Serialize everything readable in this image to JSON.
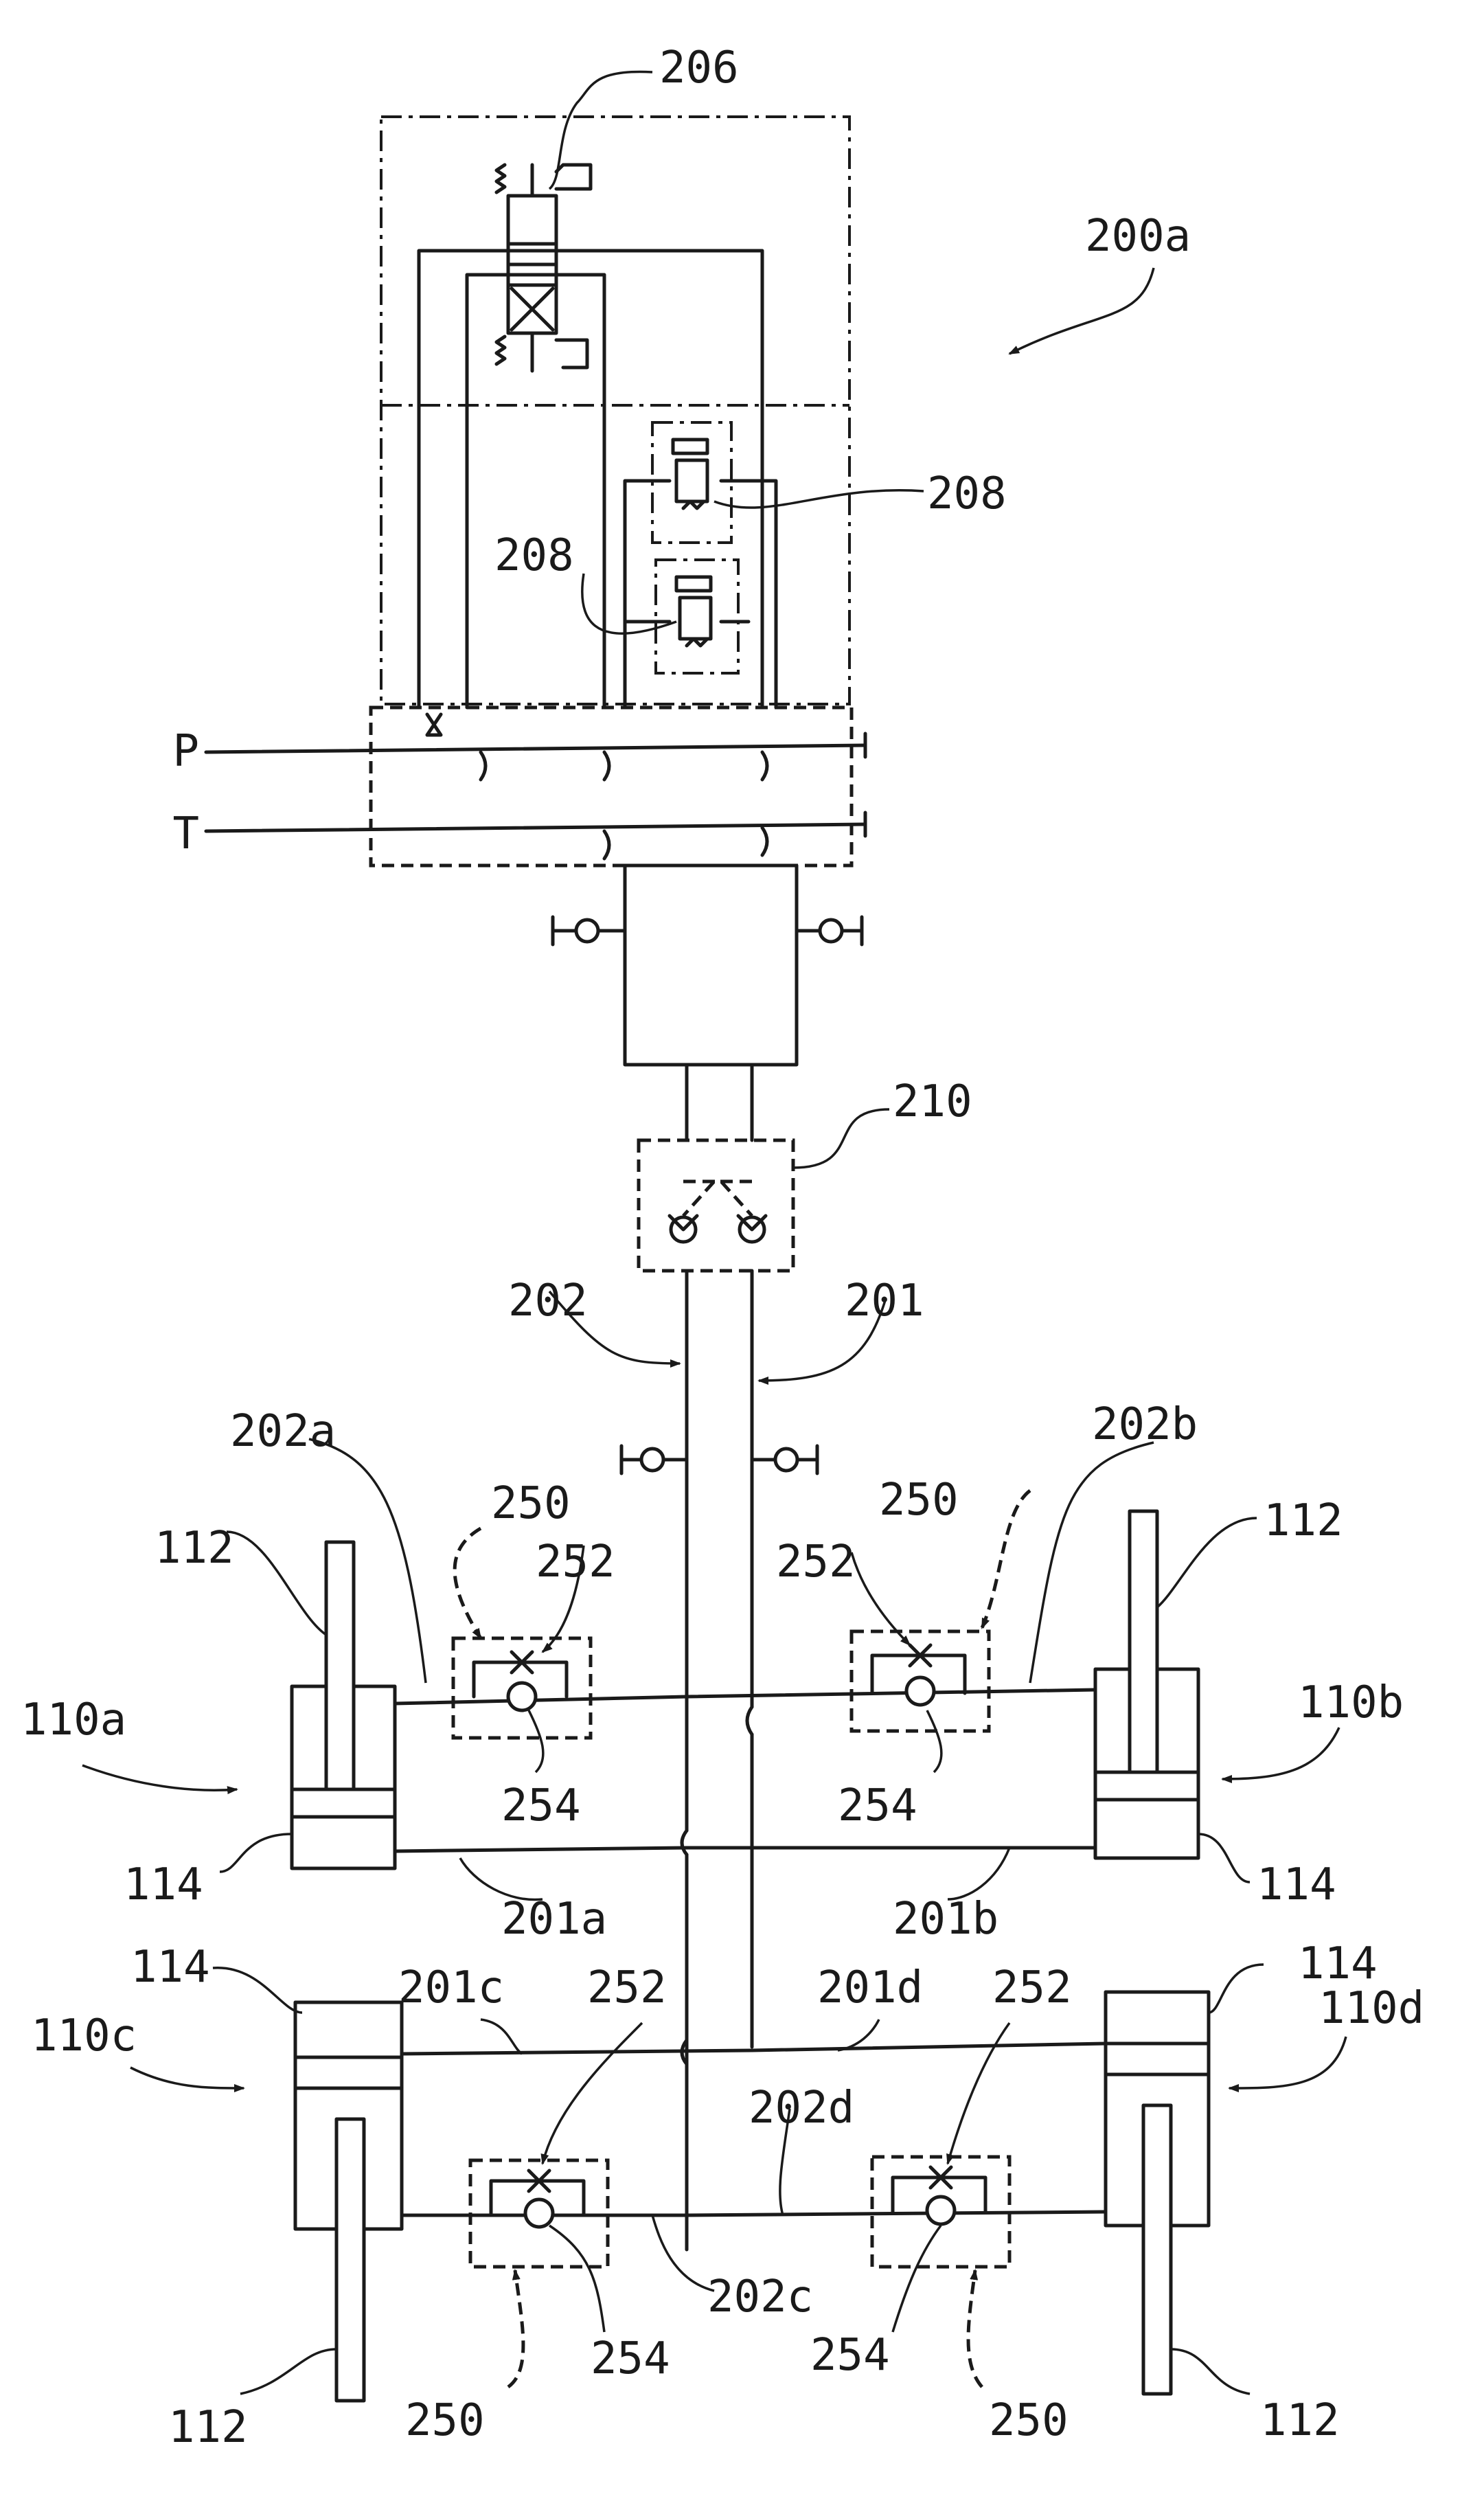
{
  "labels": {
    "system": "200a",
    "valve_206": "206",
    "relief_208_upper": "208",
    "relief_208_lower": "208",
    "pressure_line": "P",
    "tank_line": "T",
    "pilot_check_210": "210",
    "line_202": "202",
    "line_201": "201",
    "line_202a": "202a",
    "line_202b": "202b",
    "unit_250_a": "250",
    "unit_250_b": "250",
    "unit_250_c": "250",
    "unit_250_d": "250",
    "orifice_252_a": "252",
    "orifice_252_b": "252",
    "orifice_252_c": "252",
    "orifice_252_d": "252",
    "check_254_a": "254",
    "check_254_b": "254",
    "check_254_c": "254",
    "check_254_d": "254",
    "rod_112_a": "112",
    "rod_112_b": "112",
    "rod_112_c": "112",
    "rod_112_d": "112",
    "cyl_110a": "110a",
    "cyl_110b": "110b",
    "cyl_110c": "110c",
    "cyl_110d": "110d",
    "piston_114_a": "114",
    "piston_114_b": "114",
    "piston_114_c": "114",
    "piston_114_d": "114",
    "line_201a": "201a",
    "line_201b": "201b",
    "line_201c": "201c",
    "line_201d": "201d",
    "line_202c": "202c",
    "line_202d": "202d"
  }
}
